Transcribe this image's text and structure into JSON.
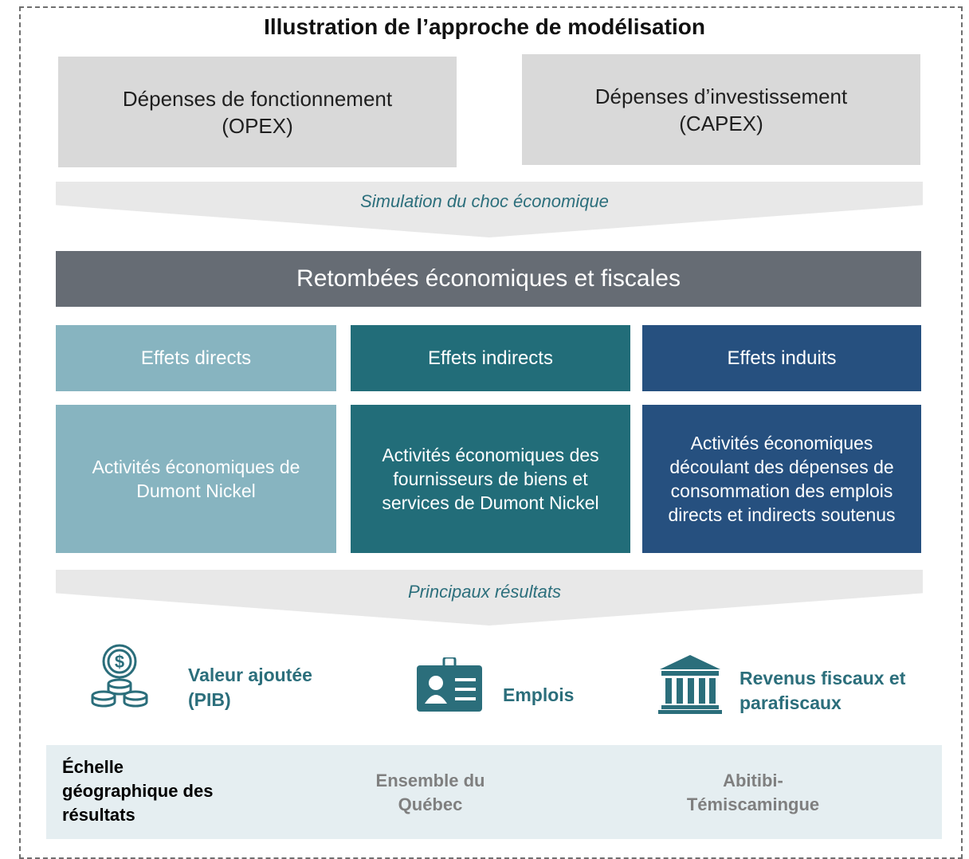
{
  "title": "Illustration de l’approche de modélisation",
  "inputs": {
    "opex": {
      "line1": "Dépenses de fonctionnement",
      "line2": "(OPEX)"
    },
    "capex": {
      "line1": "Dépenses d’investissement",
      "line2": "(CAPEX)"
    }
  },
  "arrow1_label": "Simulation du choc économique",
  "outcome_title": "Retombées économiques et fiscales",
  "effects": [
    {
      "name": "Effets directs",
      "description": "Activités économiques de Dumont Nickel",
      "color": "#87b4c0"
    },
    {
      "name": "Effets indirects",
      "description": "Activités économiques des fournisseurs de biens et services de Dumont Nickel",
      "color": "#226d79"
    },
    {
      "name": "Effets induits",
      "description": "Activités économiques découlant des dépenses de consommation des emplois directs et indirects soutenus",
      "color": "#26507f"
    }
  ],
  "arrow2_label": "Principaux résultats",
  "results": [
    {
      "label": "Valeur ajoutée (PIB)",
      "icon": "coins-dollar-icon"
    },
    {
      "label": "Emplois",
      "icon": "id-badge-icon"
    },
    {
      "label": "Revenus fiscaux et parafiscaux",
      "icon": "government-building-icon"
    }
  ],
  "geography": {
    "title": "Échelle géographique des résultats",
    "items": [
      "Ensemble du Québec",
      "Abitibi-Témiscamingue"
    ]
  },
  "colors": {
    "accent_text": "#2b6e7b",
    "grey_box": "#d9d9d9",
    "dark_bar": "#666c74",
    "icon": "#2b6e7b"
  }
}
